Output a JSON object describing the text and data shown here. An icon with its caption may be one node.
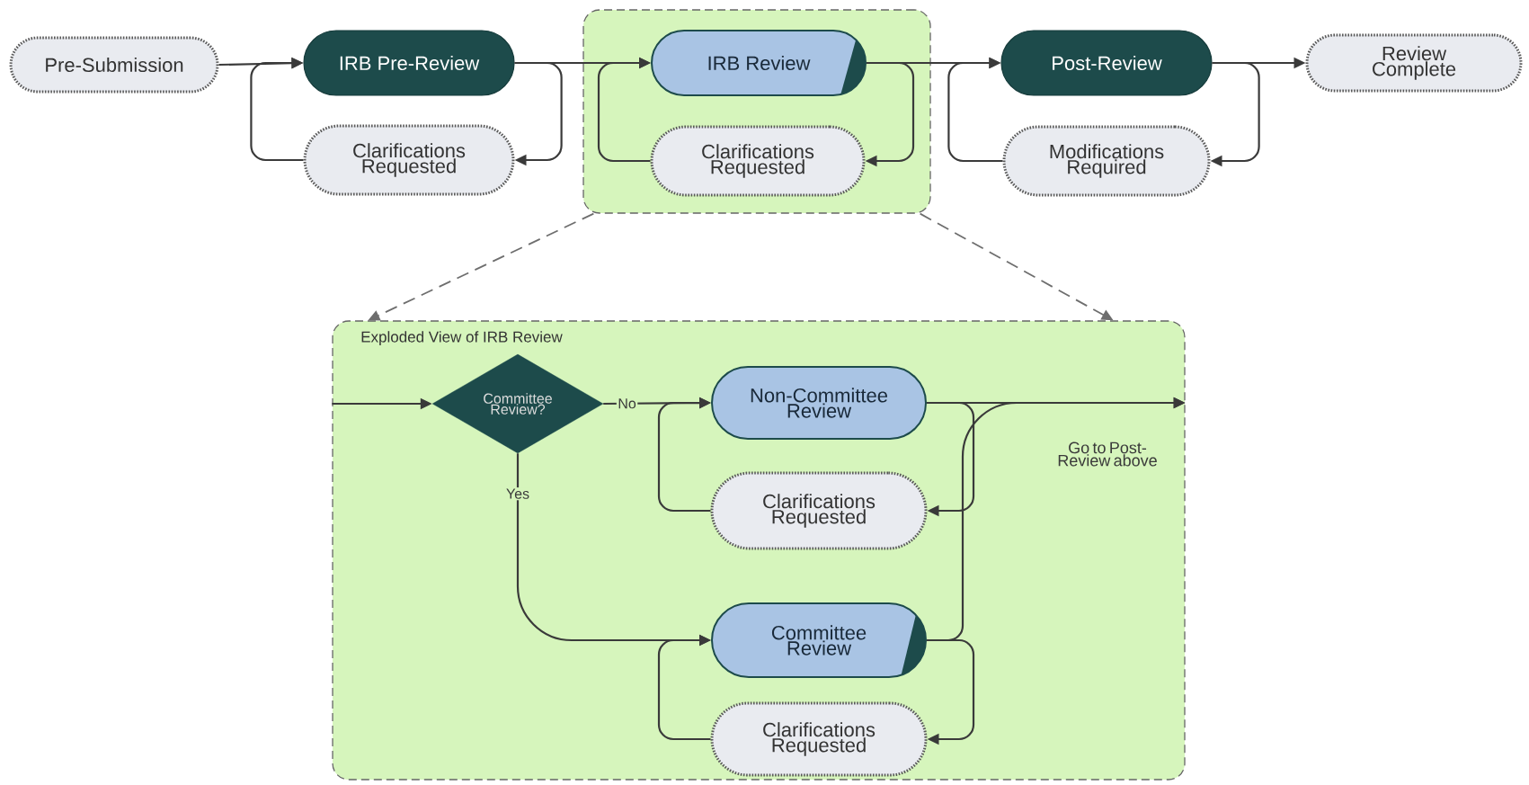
{
  "diagram": {
    "nodes": [
      {
        "text": [
          "Pre-Submission"
        ]
      },
      {
        "text": [
          "IRB Pre-Review"
        ]
      },
      {
        "text": [
          "Clarifications Requested"
        ]
      },
      {
        "text": [],
        "shape": "box"
      },
      {
        "text": [
          "IRB Review"
        ],
        "in": 3
      },
      {
        "text": [
          "Clarifications Requested"
        ],
        "in": 3
      },
      {
        "text": [
          "Post-Review"
        ]
      },
      {
        "text": [
          "Modifications Required"
        ]
      },
      {
        "text": [
          "Review Complete"
        ]
      },
      {
        "text": [
          "Exploded View of IRB Review"
        ]
      },
      {
        "text": [
          "Committee Review?"
        ],
        "in": 9
      },
      {
        "text": [
          "Non-Committee Review"
        ],
        "in": 9
      },
      {
        "text": [
          "Clarifications Requested"
        ],
        "in": 9
      },
      {
        "text": [
          "Committee Review"
        ],
        "in": 9
      },
      {
        "text": [
          "Clarifications Requested"
        ],
        "in": 9
      }
    ],
    "edges": [
      {
        "from": 0,
        "to": 1,
        "arrow": "to"
      },
      {
        "from": 1,
        "to": 2,
        "arrow": "to"
      },
      {
        "from": 2,
        "to": 1,
        "arrow": "to"
      },
      {
        "from": 1,
        "to": 4,
        "arrow": "to"
      },
      {
        "from": 4,
        "to": 5,
        "arrow": "to"
      },
      {
        "from": 5,
        "to": 4,
        "arrow": "to"
      },
      {
        "from": 4,
        "to": 6,
        "arrow": "to"
      },
      {
        "from": 6,
        "to": 7,
        "arrow": "to"
      },
      {
        "from": 7,
        "to": 6,
        "arrow": "to"
      },
      {
        "from": 6,
        "to": 8,
        "arrow": "to"
      },
      {
        "from": 3,
        "to": 9,
        "arrow": "to",
        "style": "dashed",
        "color": "#6e6e6e"
      },
      {
        "from": 3,
        "to": 9,
        "arrow": "to",
        "style": "dashed",
        "color": "#6e6e6e"
      },
      {
        "from": null,
        "to": 10,
        "arrow": "to"
      },
      {
        "from": 10,
        "to": 11,
        "arrow": "to",
        "label": "No"
      },
      {
        "from": 10,
        "to": 13,
        "arrow": "to",
        "label": "Yes"
      },
      {
        "from": 11,
        "to": 12,
        "arrow": "to"
      },
      {
        "from": 12,
        "to": 11,
        "arrow": "to"
      },
      {
        "from": 13,
        "to": 14,
        "arrow": "to"
      },
      {
        "from": 14,
        "to": 13,
        "arrow": "to"
      },
      {
        "from": 11,
        "to": null,
        "arrow": "to"
      },
      {
        "from": 13,
        "to": null,
        "arrow": "to"
      }
    ],
    "labels": [
      "Go to Post-Review above"
    ]
  }
}
